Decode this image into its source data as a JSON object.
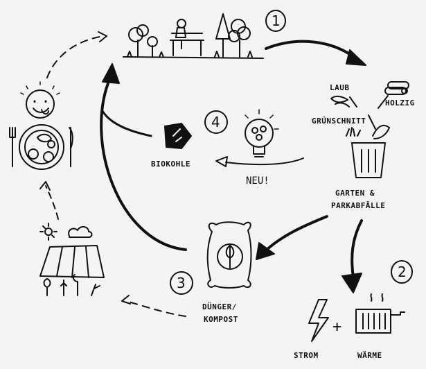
{
  "steps": {
    "one": "1",
    "two": "2",
    "three": "3",
    "four": "4"
  },
  "labels": {
    "laub": "LAUB",
    "holz": "HOLZIG",
    "gruenschnitt": "GRÜNSCHNITT",
    "garten_line1": "GARTEN &",
    "garten_line2": "PARKABFÄLLE",
    "strom": "STROM",
    "plus": "+",
    "waerme": "WÄRME",
    "duenger_line1": "DÜNGER/",
    "duenger_line2": "KOMPOST",
    "biokohle": "BIOKOHLE",
    "neu": "NEU!"
  },
  "icons": [
    "park-icon",
    "leaves-icon",
    "logs-icon",
    "grass-icon",
    "trash-bin-icon",
    "lightning-icon",
    "radiator-icon",
    "compost-bag-icon",
    "field-icon",
    "sun-icon",
    "cloud-icon",
    "plants-icon",
    "plate-icon",
    "fork-icon",
    "knife-icon",
    "smiley-icon",
    "lightbulb-icon",
    "biochar-icon"
  ]
}
